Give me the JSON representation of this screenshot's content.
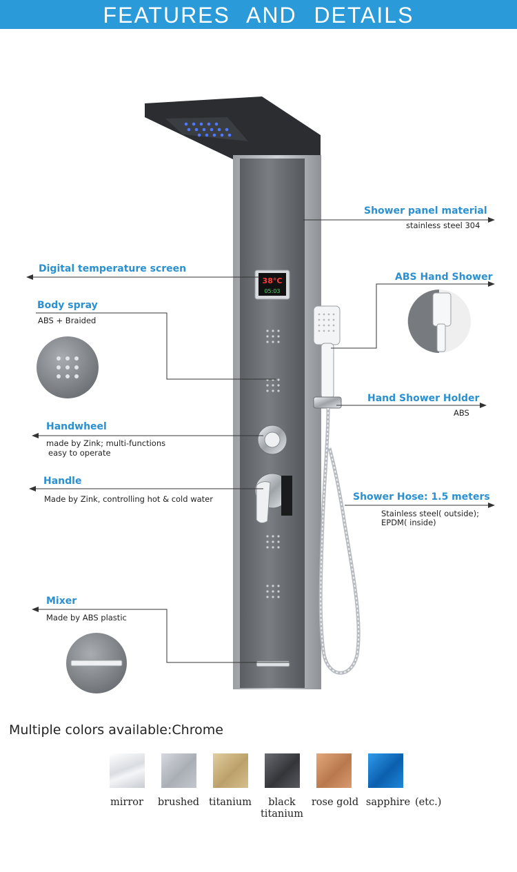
{
  "header": {
    "title": "FEATURES AND DETAILS"
  },
  "panel_display": {
    "temperature": "38°C",
    "time": "05:03"
  },
  "callouts": {
    "shower_panel_material": {
      "title": "Shower panel material",
      "detail": "stainless steel 304"
    },
    "digital_temperature_screen": {
      "title": "Digital temperature screen"
    },
    "abs_hand_shower": {
      "title": "ABS Hand Shower"
    },
    "body_spray": {
      "title": "Body spray",
      "detail": "ABS + Braided"
    },
    "hand_shower_holder": {
      "title": "Hand Shower Holder",
      "detail": "ABS"
    },
    "handwheel": {
      "title": "Handwheel",
      "detail_line1": "made by Zink;  multi-functions",
      "detail_line2": "easy to operate"
    },
    "handle": {
      "title": "Handle",
      "detail": "Made by Zink, controlling hot & cold water"
    },
    "shower_hose": {
      "title": "Shower Hose: 1.5 meters",
      "detail_line1": "Stainless steel( outside);",
      "detail_line2": "EPDM( inside)"
    },
    "mixer": {
      "title": "Mixer",
      "detail": "Made by ABS plastic"
    }
  },
  "colors_section": {
    "title": "Multiple colors available:Chrome",
    "swatches": [
      {
        "name": "mirror",
        "color": "#e6e8ec"
      },
      {
        "name": "brushed",
        "color": "#b9bdc4"
      },
      {
        "name": "titanium",
        "color": "#cdb27e"
      },
      {
        "name": "black titanium",
        "color": "#4a4c52"
      },
      {
        "name": "rose gold",
        "color": "#c98a5e"
      },
      {
        "name": "sapphire",
        "color": "#1b82d6"
      }
    ],
    "note": "(etc.)"
  },
  "colors": {
    "accent": "#2a90d0",
    "banner": "#2a9ad8",
    "panel": "#6e7277"
  }
}
